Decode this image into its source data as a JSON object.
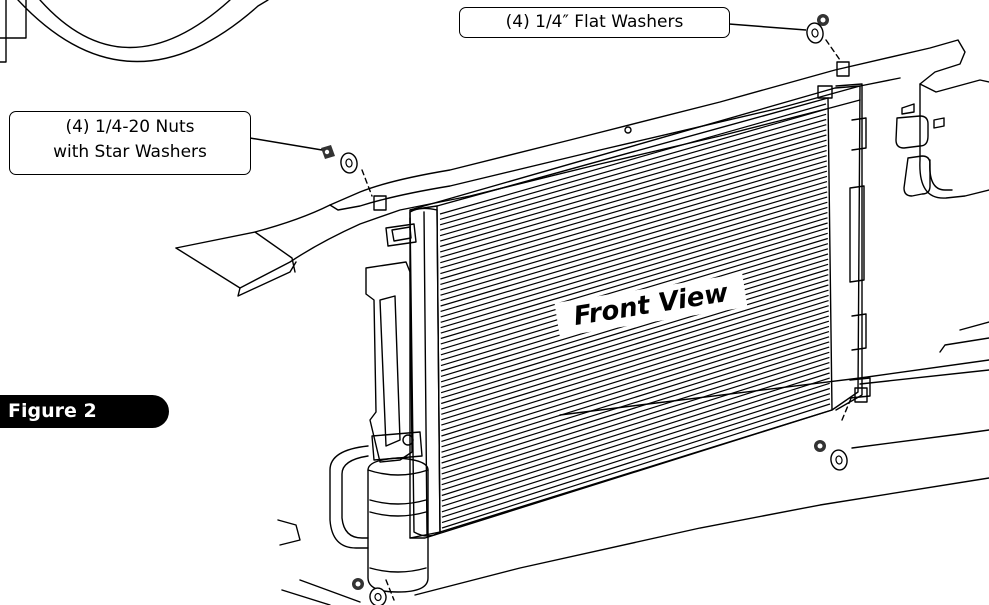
{
  "callouts": {
    "flat_washers": "(4) 1/4″ Flat Washers",
    "nuts_line1": "(4) 1/4-20 Nuts",
    "nuts_line2": "with Star Washers"
  },
  "labels": {
    "front_view": "Front View",
    "figure": "Figure 2"
  },
  "colors": {
    "ink": "#000000",
    "paper": "#ffffff",
    "nut_fill": "#333333"
  }
}
